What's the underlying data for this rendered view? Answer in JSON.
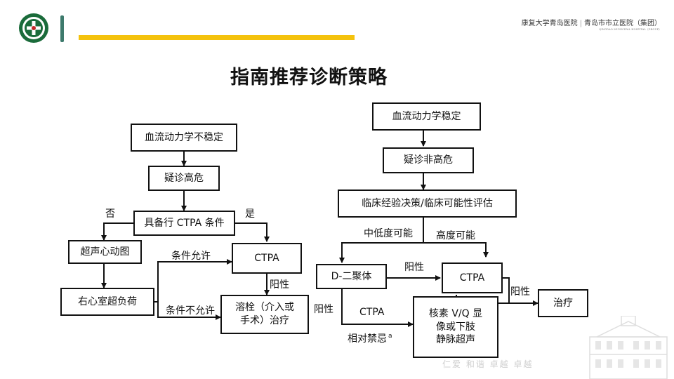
{
  "title": "指南推荐诊断策略",
  "header": {
    "hospital_cn_1": "康复大学青岛医院",
    "hospital_cn_2": "青岛市市立医院（集团）",
    "hospital_en": "QINGDAO MUNICIPAL HOSPITAL（GROUP）"
  },
  "watermark": "仁爱 和谐 卓越 卓越",
  "left_flow": {
    "box_unstable": "血流动力学不稳定",
    "box_suspect_high": "疑诊高危",
    "box_ctpa_cond": "具备行 CTPA 条件",
    "label_no": "否",
    "label_yes": "是",
    "box_echo": "超声心动图",
    "box_rv": "右心室超负荷",
    "label_allowed": "条件允许",
    "label_not_allowed": "条件不允许",
    "box_ctpa": "CTPA",
    "label_positive": "阳性",
    "box_thrombolysis_1": "溶栓（介入或",
    "box_thrombolysis_2": "手术）治疗"
  },
  "right_flow": {
    "box_stable": "血流动力学稳定",
    "box_suspect_nonhigh": "疑诊非高危",
    "box_clinical": "临床经验决策/临床可能性评估",
    "label_low_mid": "中低度可能",
    "label_high": "高度可能",
    "box_ddimer": "D-二聚体",
    "label_positive_1": "阳性",
    "box_ctpa": "CTPA",
    "label_positive_2": "阳性",
    "box_treat": "治疗",
    "label_positive_3": "阳性",
    "label_ctpa_text": "CTPA",
    "label_contra": "相对禁忌",
    "label_contra_sup": "a",
    "box_vq_1": "核素 V/Q 显",
    "box_vq_2": "像或下肢",
    "box_vq_3": "静脉超声"
  },
  "colors": {
    "accent_yellow": "#f4c20d",
    "accent_green": "#3d7a6c",
    "logo_green": "#1a6b3a"
  }
}
